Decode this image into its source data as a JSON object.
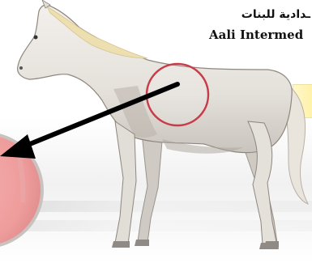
{
  "header": {
    "school_name_arabic": "ـدادية للبنات",
    "school_name_english": "Aali Intermed"
  },
  "colors": {
    "circle_outline": "#c83c4a",
    "zoom_fill": "#f2a0a0",
    "arrow": "#000000",
    "horse_body": "#ece8e3",
    "mane": "#eedfb0"
  },
  "icons": {
    "zoom_callout": "magnified-circle",
    "pointer": "arrow-left-down"
  }
}
